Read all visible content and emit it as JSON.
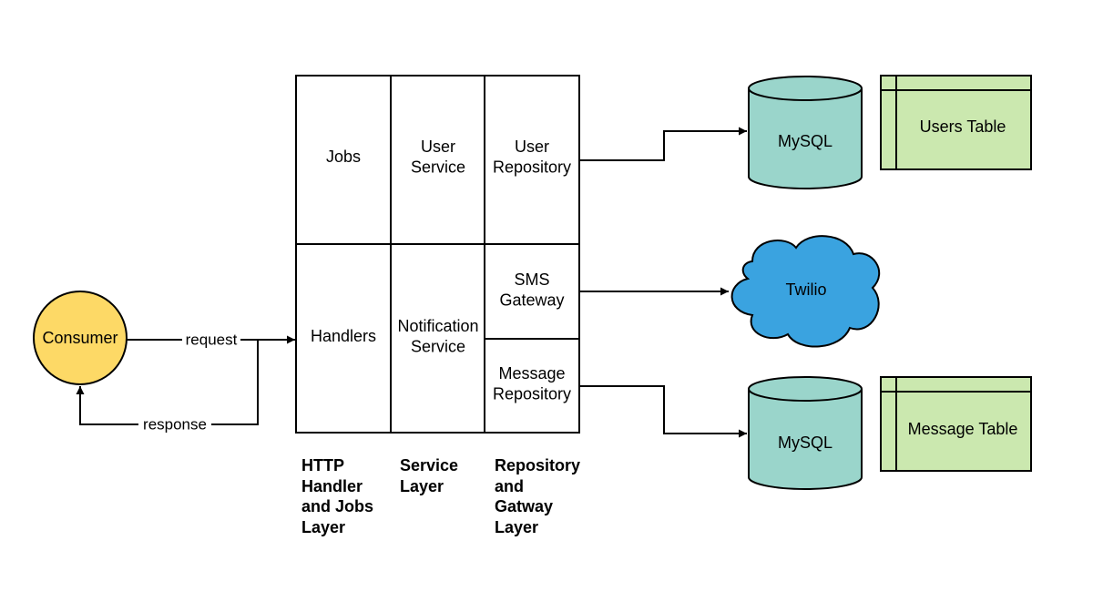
{
  "colors": {
    "consumer_fill": "#FDD966",
    "db_fill": "#9AD5CB",
    "cloud_fill": "#3AA3E0",
    "table_fill": "#CBE8AF",
    "stroke": "#000000"
  },
  "consumer": {
    "label": "Consumer"
  },
  "edges": {
    "request": "request",
    "response": "response"
  },
  "grid": {
    "jobs": [
      "Jobs"
    ],
    "user_service": [
      "User",
      "Service"
    ],
    "user_repository": [
      "User",
      "Repository"
    ],
    "handlers": [
      "Handlers"
    ],
    "notification_service": [
      "Notification",
      "Service"
    ],
    "sms_gateway": [
      "SMS",
      "Gateway"
    ],
    "message_repository": [
      "Message",
      "Repository"
    ]
  },
  "layers": {
    "handler": "HTTP\nHandler\nand Jobs\nLayer",
    "service": "Service\nLayer",
    "repository": "Repository\nand\nGatway\nLayer"
  },
  "db_users": {
    "label": "MySQL"
  },
  "db_messages": {
    "label": "MySQL"
  },
  "twilio": {
    "label": "Twilio"
  },
  "users_table": {
    "label": "Users Table"
  },
  "message_table": {
    "label": "Message Table"
  }
}
